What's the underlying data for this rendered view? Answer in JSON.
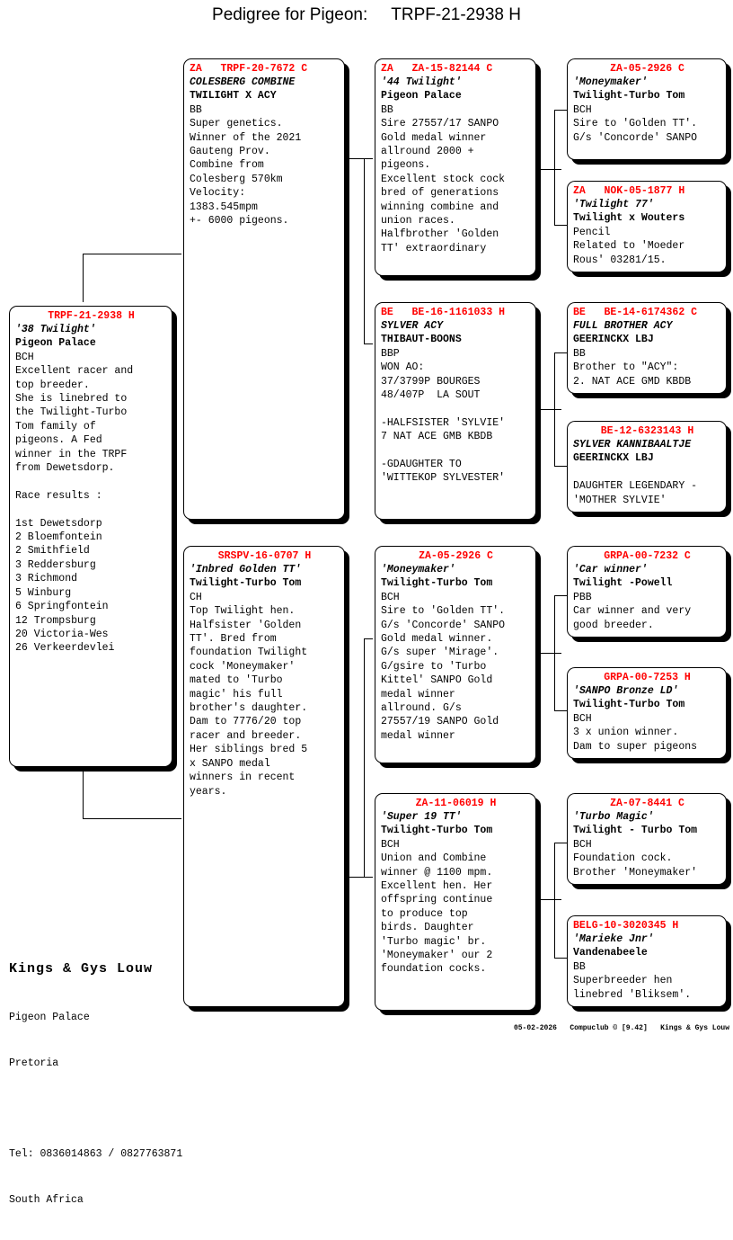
{
  "page": {
    "title": "Pedigree for Pigeon:     TRPF-21-2938 H"
  },
  "subject": {
    "header": "TRPF-21-2938 H",
    "lines": [
      "'38 Twilight'",
      "Pigeon Palace",
      "BCH",
      "Excellent racer and",
      "top breeder.",
      "She is linebred to",
      "the Twilight-Turbo",
      "Tom family of",
      "pigeons. A Fed",
      "winner in the TRPF",
      "from Dewetsdorp.",
      "",
      "Race results :",
      "",
      "1st Dewetsdorp",
      "2 Bloemfontein",
      "2 Smithfield",
      "3 Reddersburg",
      "3 Richmond",
      "5 Winburg",
      "6 Springfontein",
      "12 Trompsburg",
      "20 Victoria-Wes",
      "26 Verkeerdevlei"
    ]
  },
  "gen2": [
    {
      "header": "ZA   TRPF-20-7672 C",
      "header_align": "left",
      "lines": [
        "COLESBERG COMBINE",
        "TWILIGHT X ACY",
        "BB",
        "Super genetics.",
        "Winner of the 2021",
        "Gauteng Prov.",
        "Combine from",
        "Colesberg 570km",
        "Velocity:",
        "1383.545mpm",
        "+- 6000 pigeons."
      ]
    },
    {
      "header": "SRSPV-16-0707 H",
      "header_align": "center",
      "lines": [
        "'Inbred Golden TT'",
        "Twilight-Turbo Tom",
        "CH",
        "Top Twilight hen.",
        "Halfsister 'Golden",
        "TT'. Bred from",
        "foundation Twilight",
        "cock 'Moneymaker'",
        "mated to 'Turbo",
        "magic' his full",
        "brother's daughter.",
        "Dam to 7776/20 top",
        "racer and breeder.",
        "Her siblings bred 5",
        "x SANPO medal",
        "winners in recent",
        "years."
      ]
    }
  ],
  "gen3": [
    {
      "header": "ZA   ZA-15-82144 C",
      "header_align": "left",
      "lines": [
        "'44 Twilight'",
        "Pigeon Palace",
        "BB",
        "Sire 27557/17 SANPO",
        "Gold medal winner",
        "allround 2000 +",
        "pigeons.",
        "Excellent stock cock",
        "bred of generations",
        "winning combine and",
        "union races.",
        "Halfbrother 'Golden",
        "TT' extraordinary"
      ]
    },
    {
      "header": "BE   BE-16-1161033 H",
      "header_align": "left",
      "lines": [
        "SYLVER ACY",
        "THIBAUT-BOONS",
        "BBP",
        "WON AO:",
        "37/3799P BOURGES",
        "48/407P  LA SOUT",
        "",
        "-HALFSISTER 'SYLVIE'",
        "7 NAT ACE GMB KBDB",
        "",
        "-GDAUGHTER TO",
        "'WITTEKOP SYLVESTER'"
      ]
    },
    {
      "header": "ZA-05-2926 C",
      "header_align": "center",
      "lines": [
        "'Moneymaker'",
        "Twilight-Turbo Tom",
        "BCH",
        "Sire to 'Golden TT'.",
        "G/s 'Concorde' SANPO",
        "Gold medal winner.",
        "G/s super 'Mirage'.",
        "G/gsire to 'Turbo",
        "Kittel' SANPO Gold",
        "medal winner",
        "allround. G/s",
        "27557/19 SANPO Gold",
        "medal winner"
      ]
    },
    {
      "header": "ZA-11-06019 H",
      "header_align": "center",
      "lines": [
        "'Super 19 TT'",
        "Twilight-Turbo Tom",
        "BCH",
        "Union and Combine",
        "winner @ 1100 mpm.",
        "Excellent hen. Her",
        "offspring continue",
        "to produce top",
        "birds. Daughter",
        "'Turbo magic' br.",
        "'Moneymaker' our 2",
        "foundation cocks."
      ]
    }
  ],
  "gen4": [
    {
      "header": "ZA-05-2926 C",
      "header_align": "center",
      "lines": [
        "'Moneymaker'",
        "Twilight-Turbo Tom",
        "BCH",
        "Sire to 'Golden TT'.",
        "G/s 'Concorde' SANPO"
      ]
    },
    {
      "header": "ZA   NOK-05-1877 H",
      "header_align": "left",
      "lines": [
        "'Twilight 77'",
        "Twilight x Wouters",
        "Pencil",
        "Related to 'Moeder",
        "Rous' 03281/15."
      ]
    },
    {
      "header": "BE   BE-14-6174362 C",
      "header_align": "left",
      "lines": [
        "FULL BROTHER ACY",
        "GEERINCKX LBJ",
        "BB",
        "Brother to \"ACY\":",
        "2. NAT ACE GMD KBDB"
      ]
    },
    {
      "header": "BE-12-6323143 H",
      "header_align": "center",
      "lines": [
        "SYLVER KANNIBAALTJE",
        "GEERINCKX LBJ",
        "",
        "DAUGHTER LEGENDARY -",
        "'MOTHER SYLVIE'"
      ]
    },
    {
      "header": "GRPA-00-7232 C",
      "header_align": "center",
      "lines": [
        "'Car winner'",
        "Twilight -Powell",
        "PBB",
        "Car winner and very",
        "good breeder."
      ]
    },
    {
      "header": "GRPA-00-7253 H",
      "header_align": "center",
      "lines": [
        "'SANPO Bronze LD'",
        "Twilight-Turbo Tom",
        "BCH",
        "3 x union winner.",
        "Dam to super pigeons"
      ]
    },
    {
      "header": "ZA-07-8441 C",
      "header_align": "center",
      "lines": [
        "'Turbo Magic'",
        "Twilight - Turbo Tom",
        "BCH",
        "Foundation cock.",
        "Brother 'Moneymaker'"
      ]
    },
    {
      "header": "BELG-10-3020345 H",
      "header_align": "left",
      "lines": [
        "'Marieke Jnr'",
        "Vandenabeele",
        "BB",
        "Superbreeder hen",
        "linebred 'Bliksem'."
      ]
    }
  ],
  "owner": {
    "name": "Kings & Gys Louw",
    "lines": [
      "Pigeon Palace",
      "Pretoria",
      "",
      "Tel: 0836014863 / 0827763871",
      "South Africa"
    ]
  },
  "colophon": "05-02-2026   Compuclub © [9.42]   Kings & Gys Louw",
  "colors": {
    "header_red": "#ff0000",
    "text_black": "#000000",
    "background": "#ffffff"
  }
}
